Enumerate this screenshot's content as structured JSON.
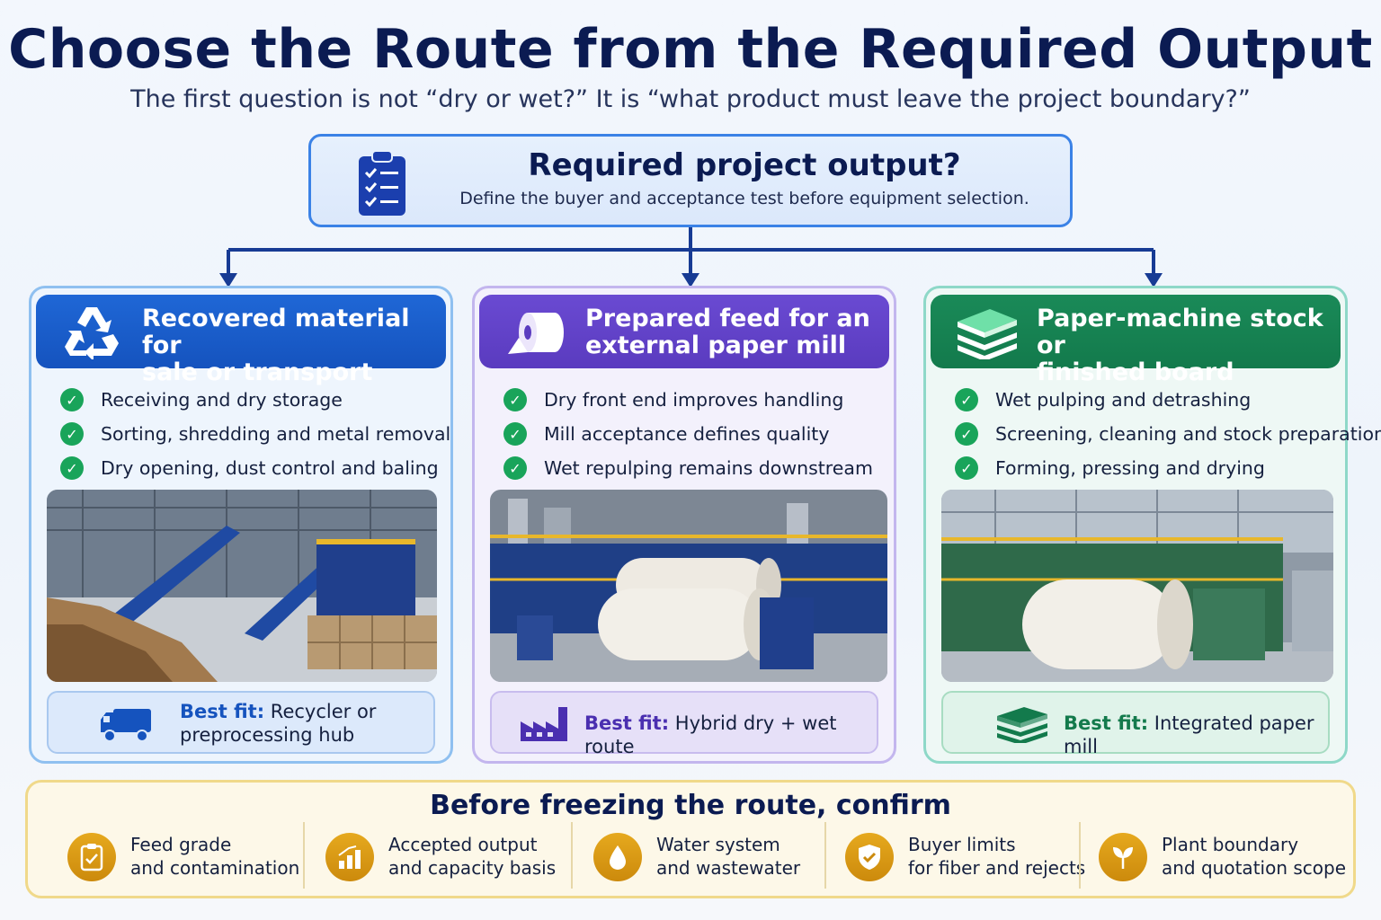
{
  "header": {
    "title": "Choose  the Route from the Required Output",
    "subtitle": "The first question is not “dry or wet?” It is “what product must leave the project boundary?”"
  },
  "question": {
    "icon": "clipboard-checklist-icon",
    "title": "Required project output?",
    "subtitle": "Define the buyer and acceptance test before equipment selection."
  },
  "routes": [
    {
      "icon": "recycle-icon",
      "title_line1": "Recovered material for",
      "title_line2": "sale or transport",
      "bullets": [
        "Receiving and dry storage",
        "Sorting, shredding and metal removal",
        "Dry opening, dust control and baling"
      ],
      "photo": "recycling-facility-conveyors-and-bales",
      "best_fit_label": "Best fit:",
      "best_fit_value": "Recycler or preprocessing hub",
      "best_fit_icon": "truck-icon",
      "color": "#1553be"
    },
    {
      "icon": "paper-roll-icon",
      "title_line1": "Prepared feed for an",
      "title_line2": "external paper mill",
      "bullets": [
        "Dry front end improves handling",
        "Mill acceptance defines quality",
        "Wet repulping remains downstream"
      ],
      "photo": "pulping-plant-with-paper-rolls",
      "best_fit_label": "Best fit:",
      "best_fit_value": "Hybrid dry + wet route",
      "best_fit_icon": "factory-icon",
      "color": "#5a3bbf"
    },
    {
      "icon": "stacked-board-icon",
      "title_line1": "Paper-machine stock or",
      "title_line2": "finished board",
      "bullets": [
        "Wet pulping and detrashing",
        "Screening, cleaning and stock preparation",
        "Forming, pressing and drying"
      ],
      "photo": "paper-machine-hall-with-jumbo-roll",
      "best_fit_label": "Best fit:",
      "best_fit_value": "Integrated paper mill",
      "best_fit_icon": "stacked-sheets-icon",
      "color": "#137a4c"
    }
  ],
  "confirm": {
    "title": "Before freezing the route, confirm",
    "items": [
      {
        "icon": "clipboard-check-icon",
        "line1": "Feed grade",
        "line2": "and contamination"
      },
      {
        "icon": "bar-chart-growth-icon",
        "line1": "Accepted output",
        "line2": "and capacity basis"
      },
      {
        "icon": "water-drop-icon",
        "line1": "Water system",
        "line2": "and wastewater"
      },
      {
        "icon": "shield-check-icon",
        "line1": "Buyer limits",
        "line2": "for fiber and rejects"
      },
      {
        "icon": "plant-sprout-icon",
        "line1": "Plant boundary",
        "line2": "and quotation scope"
      }
    ]
  }
}
